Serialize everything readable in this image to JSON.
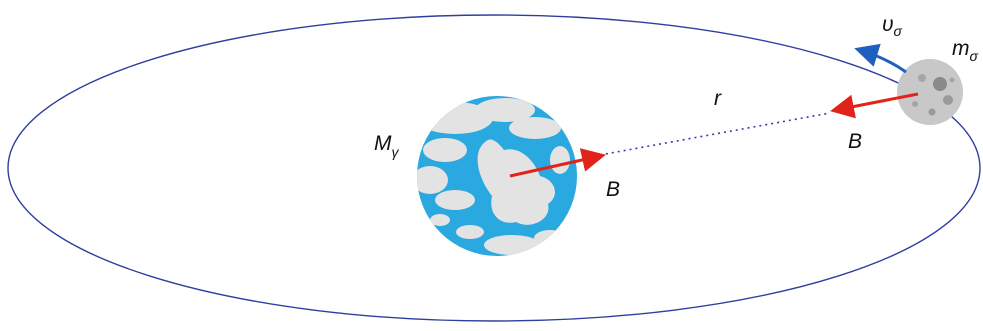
{
  "labels": {
    "earth_mass": "M",
    "earth_mass_sub": "γ",
    "moon_mass": "m",
    "moon_mass_sub": "σ",
    "velocity": "υ",
    "velocity_sub": "σ",
    "distance": "r",
    "force_on_earth": "B",
    "force_on_moon": "B"
  },
  "colors": {
    "orbit": "#2f3f9e",
    "earth_ocean": "#2aa8e0",
    "earth_cloud": "#e3e3e3",
    "moon": "#c8c8c8",
    "force_arrow": "#e2231a",
    "velocity_arrow": "#1f5fbf",
    "distance_line": "#3a3ab0"
  },
  "icons": {
    "earth": "earth-icon",
    "moon": "moon-icon"
  }
}
